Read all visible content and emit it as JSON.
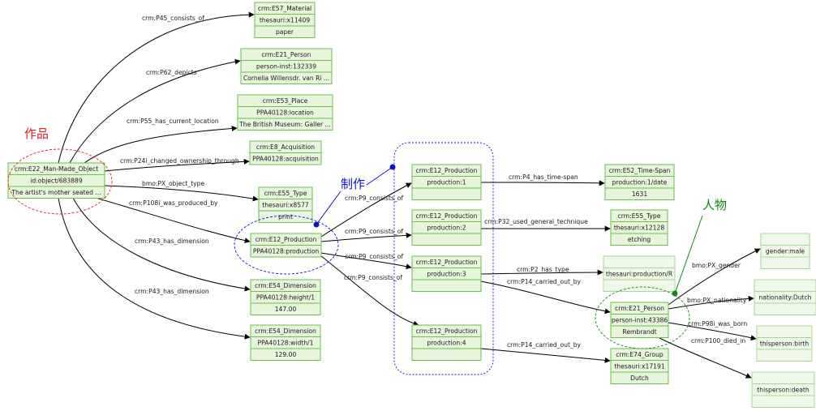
{
  "nodes": {
    "obj": {
      "lines": [
        "crm:E22_Man-Made_Object",
        "id:object/683889",
        "The artist's mother seated ..."
      ]
    },
    "mat": {
      "lines": [
        "crm:E57_Material",
        "thesauri:x11409",
        "paper"
      ]
    },
    "person1": {
      "lines": [
        "crm:E21_Person",
        "person-inst:132339",
        "Cornelia Willensdr. van Ri ..."
      ]
    },
    "place": {
      "lines": [
        "crm:E53_Place",
        "PPA40128:location",
        "The British Museum: Galler ..."
      ]
    },
    "acq": {
      "lines": [
        "crm:E8_Acquisition",
        "PPA40128:acquisition"
      ]
    },
    "type1": {
      "lines": [
        "crm:E55_Type",
        "thesauri:x8577",
        "print"
      ]
    },
    "prod": {
      "lines": [
        "crm:E12_Production",
        "PPA40128:production"
      ]
    },
    "dim1": {
      "lines": [
        "crm:E54_Dimension",
        "PPA40128:height/1",
        "147.00"
      ]
    },
    "dim2": {
      "lines": [
        "crm:E54_Dimension",
        "PPA40128:width/1",
        "129.00"
      ]
    },
    "p1": {
      "lines": [
        "crm:E12_Production",
        "production:1"
      ]
    },
    "p2": {
      "lines": [
        "crm:E12_Production",
        "production:2"
      ]
    },
    "p3": {
      "lines": [
        "crm:E12_Production",
        "production:3"
      ]
    },
    "p4": {
      "lines": [
        "crm:E12_Production",
        "production:4"
      ]
    },
    "timespan": {
      "lines": [
        "crm:E52_Time-Span",
        "production:1/date",
        "1631"
      ]
    },
    "type2": {
      "lines": [
        "crm:E55_Type",
        "thesauri:x12128",
        "etching"
      ]
    },
    "thes": {
      "lines": [
        "thesauri:production/R"
      ]
    },
    "rembrandt": {
      "lines": [
        "crm:E21_Person",
        "person-inst:43386",
        "Rembrandt"
      ]
    },
    "group": {
      "lines": [
        "crm:E74_Group",
        "thesauri:x17191",
        "Dutch"
      ]
    },
    "gender": {
      "lines": [
        "gender:male"
      ]
    },
    "nat": {
      "lines": [
        "nationality:Dutch"
      ]
    },
    "birth": {
      "lines": [
        "thisperson:birth"
      ]
    },
    "death": {
      "lines": [
        "thisperson:death"
      ]
    }
  },
  "edges": {
    "e1": "crm:P45_consists_of",
    "e2": "crm:P62_depicts",
    "e3": "crm:P55_has_current_location",
    "e4": "crm:P24i_changed_ownership_through",
    "e5": "bmo:PX_object_type",
    "e6": "crm:P108i_was_produced_by",
    "e7": "crm:P43_has_dimension",
    "e8": "crm:P43_has_dimension",
    "e9": "crm:P9_consists_of",
    "e10": "crm:P9_consists_of",
    "e11": "crm:P9_consists_of",
    "e12": "crm:P9_consists_of",
    "e13": "crm:P4_has_time-span",
    "e14": "crm:P32_used_general_technique",
    "e15": "crm:P2_has_type",
    "e16": "crm:P14_carried_out_by",
    "e17": "crm:P14_carried_out_by",
    "e18": "bmo:PX_gender",
    "e19": "bmo:PX_nationality",
    "e20": "crm:P98i_was_born",
    "e21": "crm:P100_died_in"
  },
  "annotations": {
    "work": {
      "text": "作品",
      "color": "#e02020"
    },
    "make": {
      "text": "制作",
      "color": "#1010d0"
    },
    "person": {
      "text": "人物",
      "color": "#118811"
    }
  },
  "colors": {
    "node_fill": "#e6f5dc",
    "node_border": "#6cbf4c",
    "edge": "#000000"
  }
}
